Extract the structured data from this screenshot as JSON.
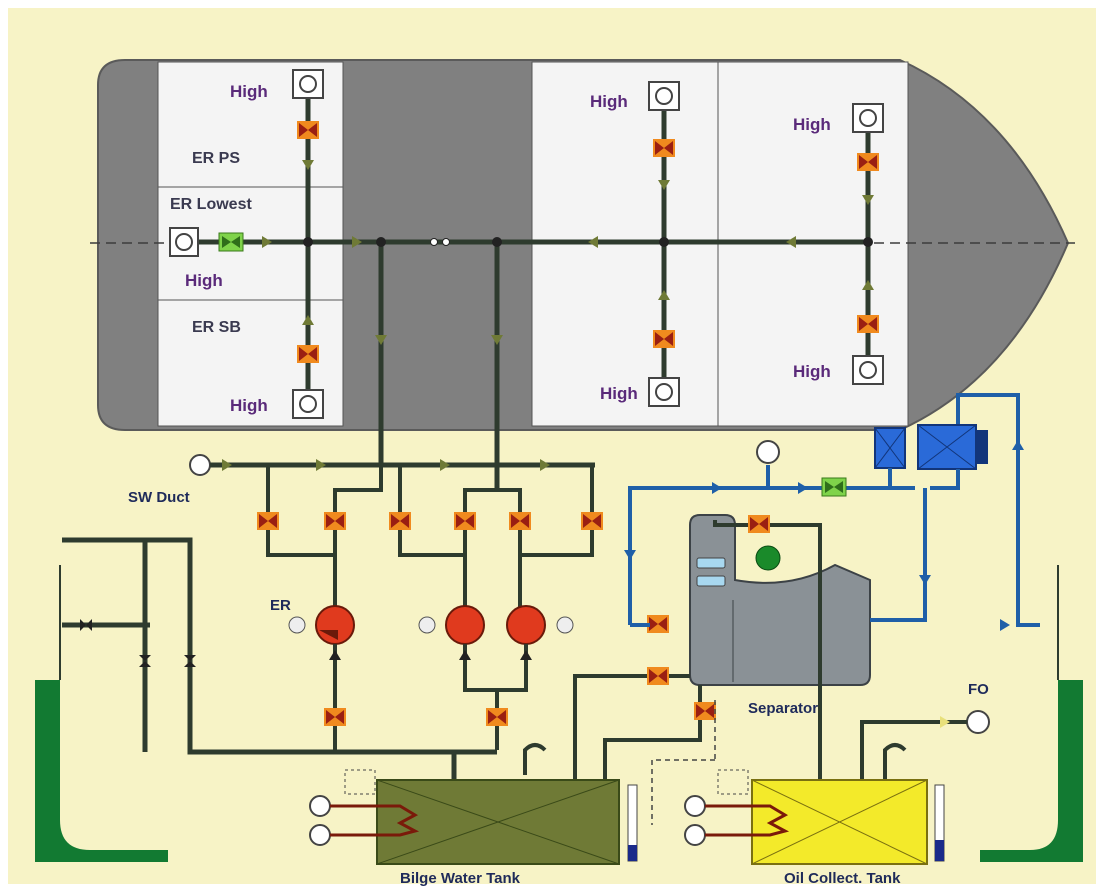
{
  "compartments": {
    "er_ps": "ER PS",
    "er_lowest": "ER Lowest",
    "er_sb": "ER SB"
  },
  "level_switches": {
    "er_ps_high": "High",
    "er_lowest_high": "High",
    "er_sb_high": "High",
    "hold1_ps_high": "High",
    "hold1_sb_high": "High",
    "hold2_ps_high": "High",
    "hold2_sb_high": "High"
  },
  "equipment": {
    "sw_duct": "SW Duct",
    "er_pump": "ER",
    "separator": "Separator",
    "fo": "FO",
    "bilge_water_tank": "Bilge Water Tank",
    "oil_collect_tank": "Oil Collect. Tank"
  },
  "colors": {
    "background": "#f7f3c6",
    "hull": "#808080",
    "compartment": "#f4f4f4",
    "pipe": "#2e3b2e",
    "valve": "#c0392b",
    "pump": "#e03a1e",
    "bilge_tank": "#6f7a36",
    "oil_tank": "#f3ea2a",
    "overboard": "#127a32",
    "water_pipe": "#1f5fa8"
  }
}
